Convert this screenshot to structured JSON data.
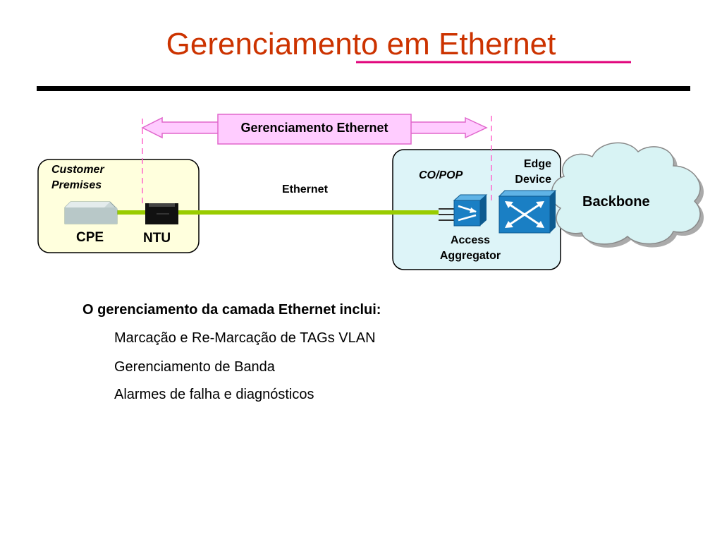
{
  "title": "Gerenciamento em Ethernet",
  "diagram": {
    "management_span_label": "Gerenciamento Ethernet",
    "customer_premises_label": "Customer\nPremises",
    "cpe_label": "CPE",
    "ntu_label": "NTU",
    "ethernet_label": "Ethernet",
    "co_pop_label": "CO/POP",
    "edge_device_label": "Edge\nDevice",
    "access_aggregator_label": "Access\nAggregator",
    "backbone_label": "Backbone"
  },
  "body": {
    "intro": "O gerenciamento da camada Ethernet inclui:",
    "items": [
      "Marcação e Re-Marcação de TAGs VLAN",
      "Gerenciamento de Banda",
      "Alarmes de falha e diagnósticos"
    ]
  },
  "colors": {
    "title": "#cc3300",
    "title_underline": "#e0007a",
    "ethernet_link": "#99cc00",
    "management_arrow_fill": "#ffccff",
    "management_arrow_stroke": "#e066cc",
    "customer_box": "#ffffdd",
    "co_pop_box": "#ddf4f8",
    "device_blue": "#1a7fc4"
  },
  "icons": [
    "cpe-device-icon",
    "ntu-device-icon",
    "access-aggregator-icon",
    "edge-switch-icon",
    "backbone-cloud-icon"
  ]
}
